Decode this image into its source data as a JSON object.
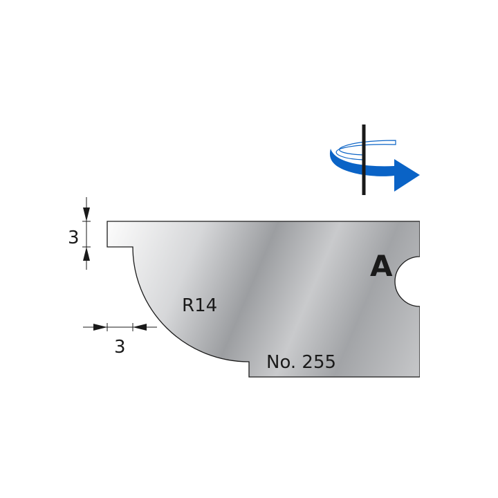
{
  "diagram": {
    "dimension_vertical": "3",
    "dimension_horizontal": "3",
    "radius_label": "R14",
    "profile_number": "No. 255",
    "side_label": "A",
    "colors": {
      "rotation_arrow": "#0a63c6",
      "outline": "#1a1a1a",
      "steel_light": "#f4f4f5",
      "steel_dark": "#9a9c9f"
    },
    "icons": [
      "rotation-arrow-icon"
    ]
  }
}
